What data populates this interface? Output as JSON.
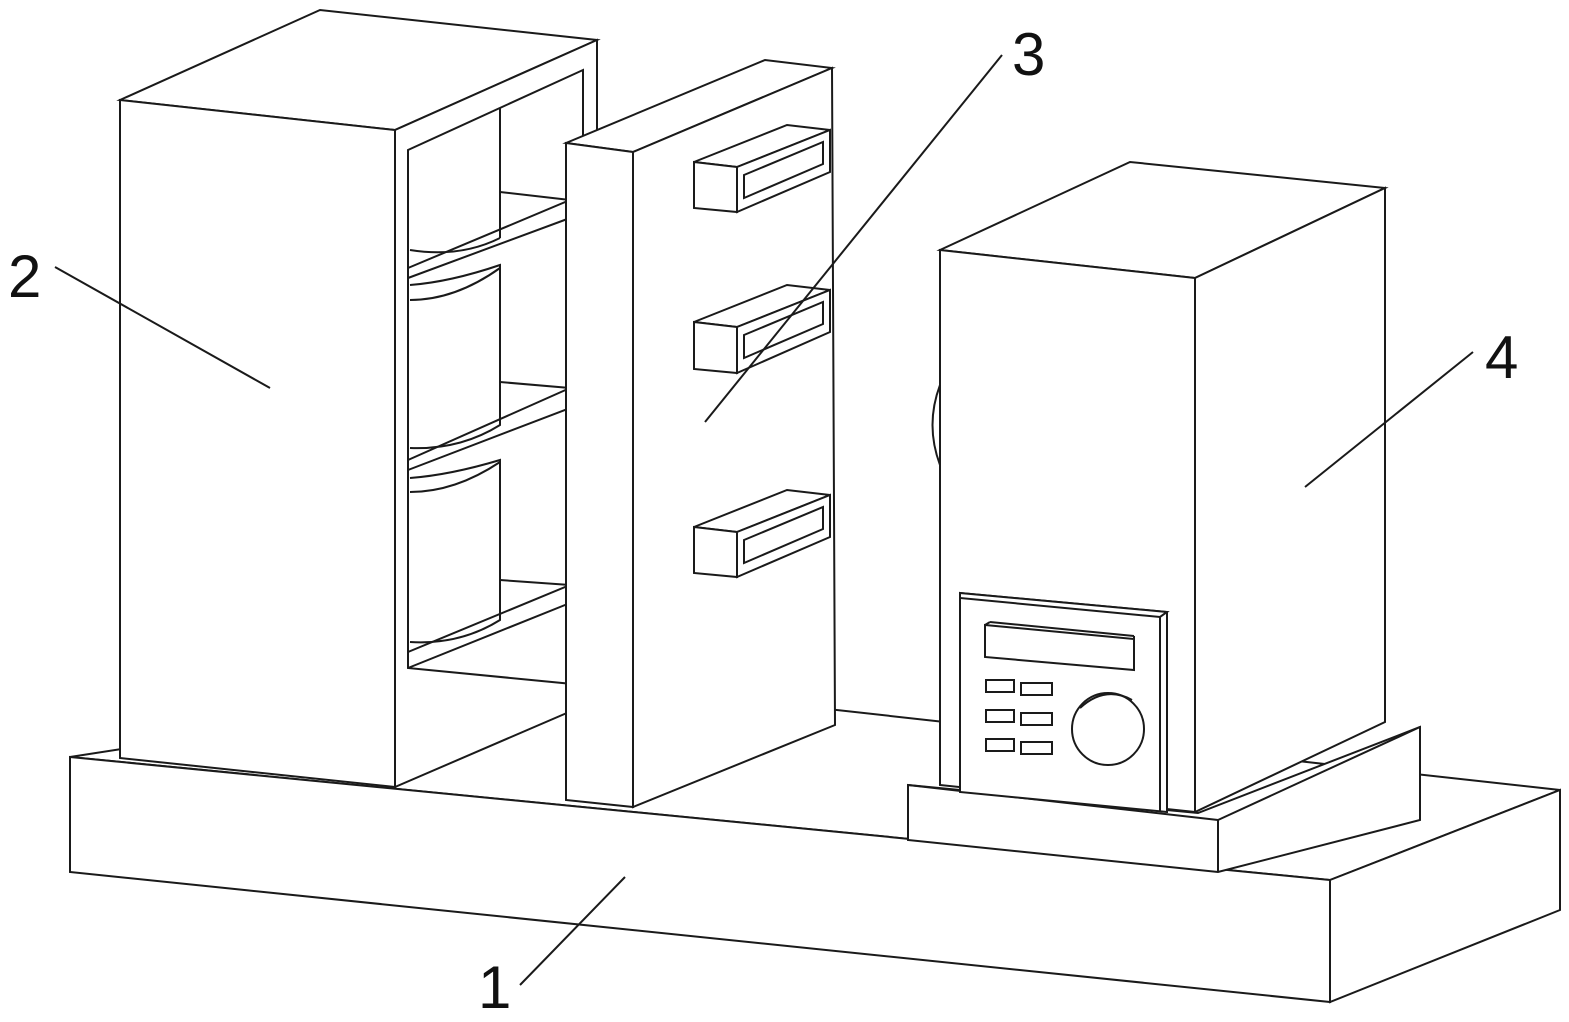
{
  "callouts": [
    {
      "id": "1",
      "label": "1"
    },
    {
      "id": "2",
      "label": "2"
    },
    {
      "id": "3",
      "label": "3"
    },
    {
      "id": "4",
      "label": "4"
    }
  ],
  "style": {
    "line_color": "#1a1a1a",
    "background": "#ffffff"
  }
}
